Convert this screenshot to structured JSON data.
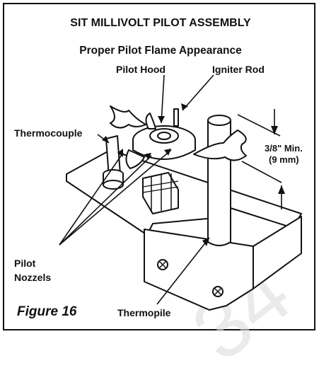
{
  "title": "SIT MILLIVOLT PILOT ASSEMBLY",
  "subtitle": "Proper Pilot Flame Appearance",
  "labels": {
    "pilot_hood": "Pilot Hood",
    "igniter_rod": "Igniter Rod",
    "thermocouple": "Thermocouple",
    "dimension_in": "3/8\" Min.",
    "dimension_mm": "(9 mm)",
    "pilot": "Pilot",
    "nozzels": "Nozzels",
    "thermopile": "Thermopile"
  },
  "figure_caption": "Figure 16",
  "watermark": "34",
  "colors": {
    "ink": "#111111",
    "paper": "#ffffff",
    "watermark": "#dddddd"
  }
}
